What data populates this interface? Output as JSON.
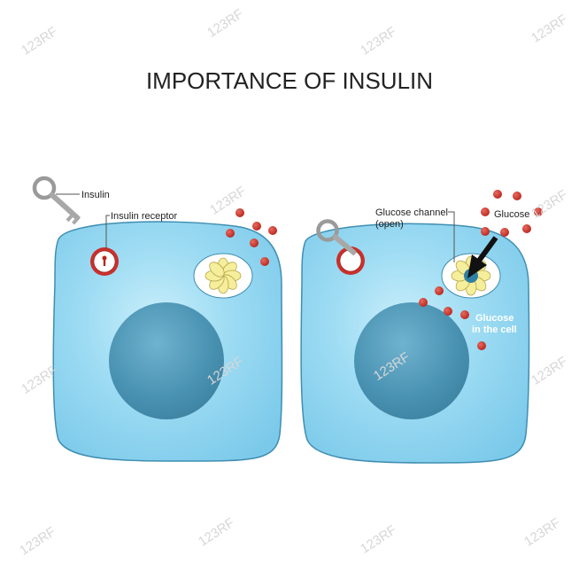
{
  "title": "IMPORTANCE OF INSULIN",
  "watermark": "123RF",
  "labels": {
    "insulin": "Insulin",
    "insulin_receptor": "Insulin receptor",
    "glucose_channel_line1": "Glucose channel",
    "glucose_channel_line2": "(open)",
    "glucose": "Glucose",
    "glucose_in_cell_line1": "Glucose",
    "glucose_in_cell_line2": "in the cell"
  },
  "icons": [
    "key-icon",
    "receptor-icon",
    "glucose-channel-icon",
    "arrow-icon",
    "nucleus-icon"
  ],
  "colors": {
    "cell_fill": "#8fd4ef",
    "cell_stroke": "#3f8eb1",
    "nucleus": "#4e97b5",
    "glucose": "#d23a30",
    "channel_petal": "#f5ee9a",
    "receptor": "#c9302c",
    "text": "#222222",
    "watermark": "#d7d7d7"
  }
}
